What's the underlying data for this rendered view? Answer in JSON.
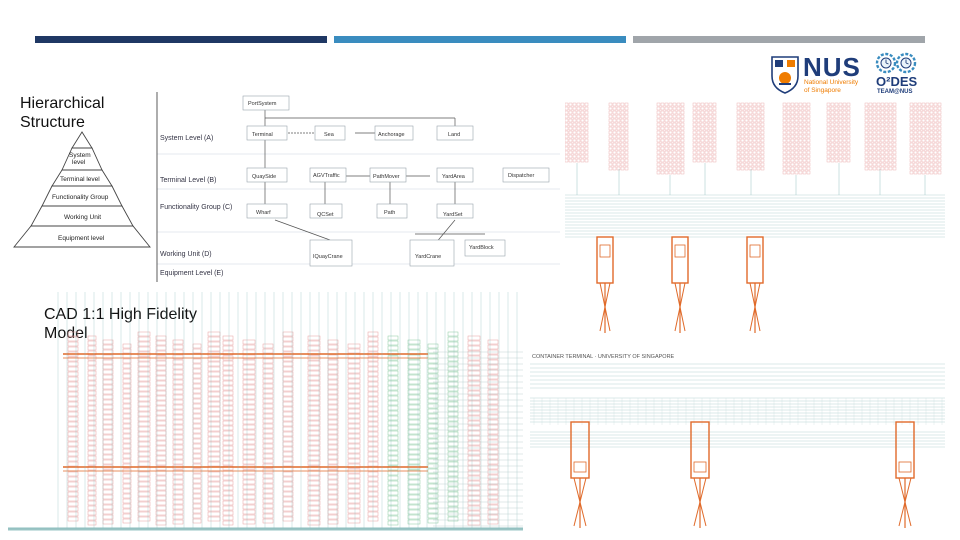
{
  "colors": {
    "bar_navy": "#1f3864",
    "bar_blue": "#3a8cbf",
    "bar_gray": "#a0a5aa",
    "nus_blue": "#1f3d7a",
    "nus_orange": "#ef7c00",
    "cad_red": "#e8a0a0",
    "cad_orange": "#e06a2a",
    "cad_teal": "#7fb5b5"
  },
  "labels": {
    "hierarchical": "Hierarchical Structure",
    "cad": "CAD 1:1 High Fidelity Model"
  },
  "logos": {
    "nus_title": "NUS",
    "nus_line1": "National University",
    "nus_line2": "of Singapore",
    "odes_title": "O²DES",
    "odes_sub": "TEAM@NUS"
  },
  "pyramid": {
    "levels": [
      "System level",
      "Terminal level",
      "Functionality Group",
      "Working Unit",
      "Equipment level"
    ]
  },
  "hierarchy": {
    "levels": [
      "System Level (A)",
      "Terminal Level (B)",
      "Functionality Group (C)",
      "Working Unit (D)",
      "Equipment Level (E)"
    ],
    "nodes": {
      "port_system": "PortSystem",
      "terminal": "Terminal",
      "sea": "Sea",
      "anchorage": "Anchorage",
      "land": "Land",
      "quayside": "QuaySide",
      "agv_traffic": "AGVTraffic",
      "path_mover": "PathMover",
      "yard_area": "YardArea",
      "dispatcher": "Dispatcher",
      "wharf": "Wharf",
      "qcset": "QCSet",
      "path": "Path",
      "yard_set": "YardSet",
      "quay_crane": "IQuayCrane",
      "yard_crane": "YardCrane",
      "yard_block": "YardBlock"
    }
  },
  "cad_caption": "CONTAINER TERMINAL · UNIVERSITY OF SINGAPORE"
}
